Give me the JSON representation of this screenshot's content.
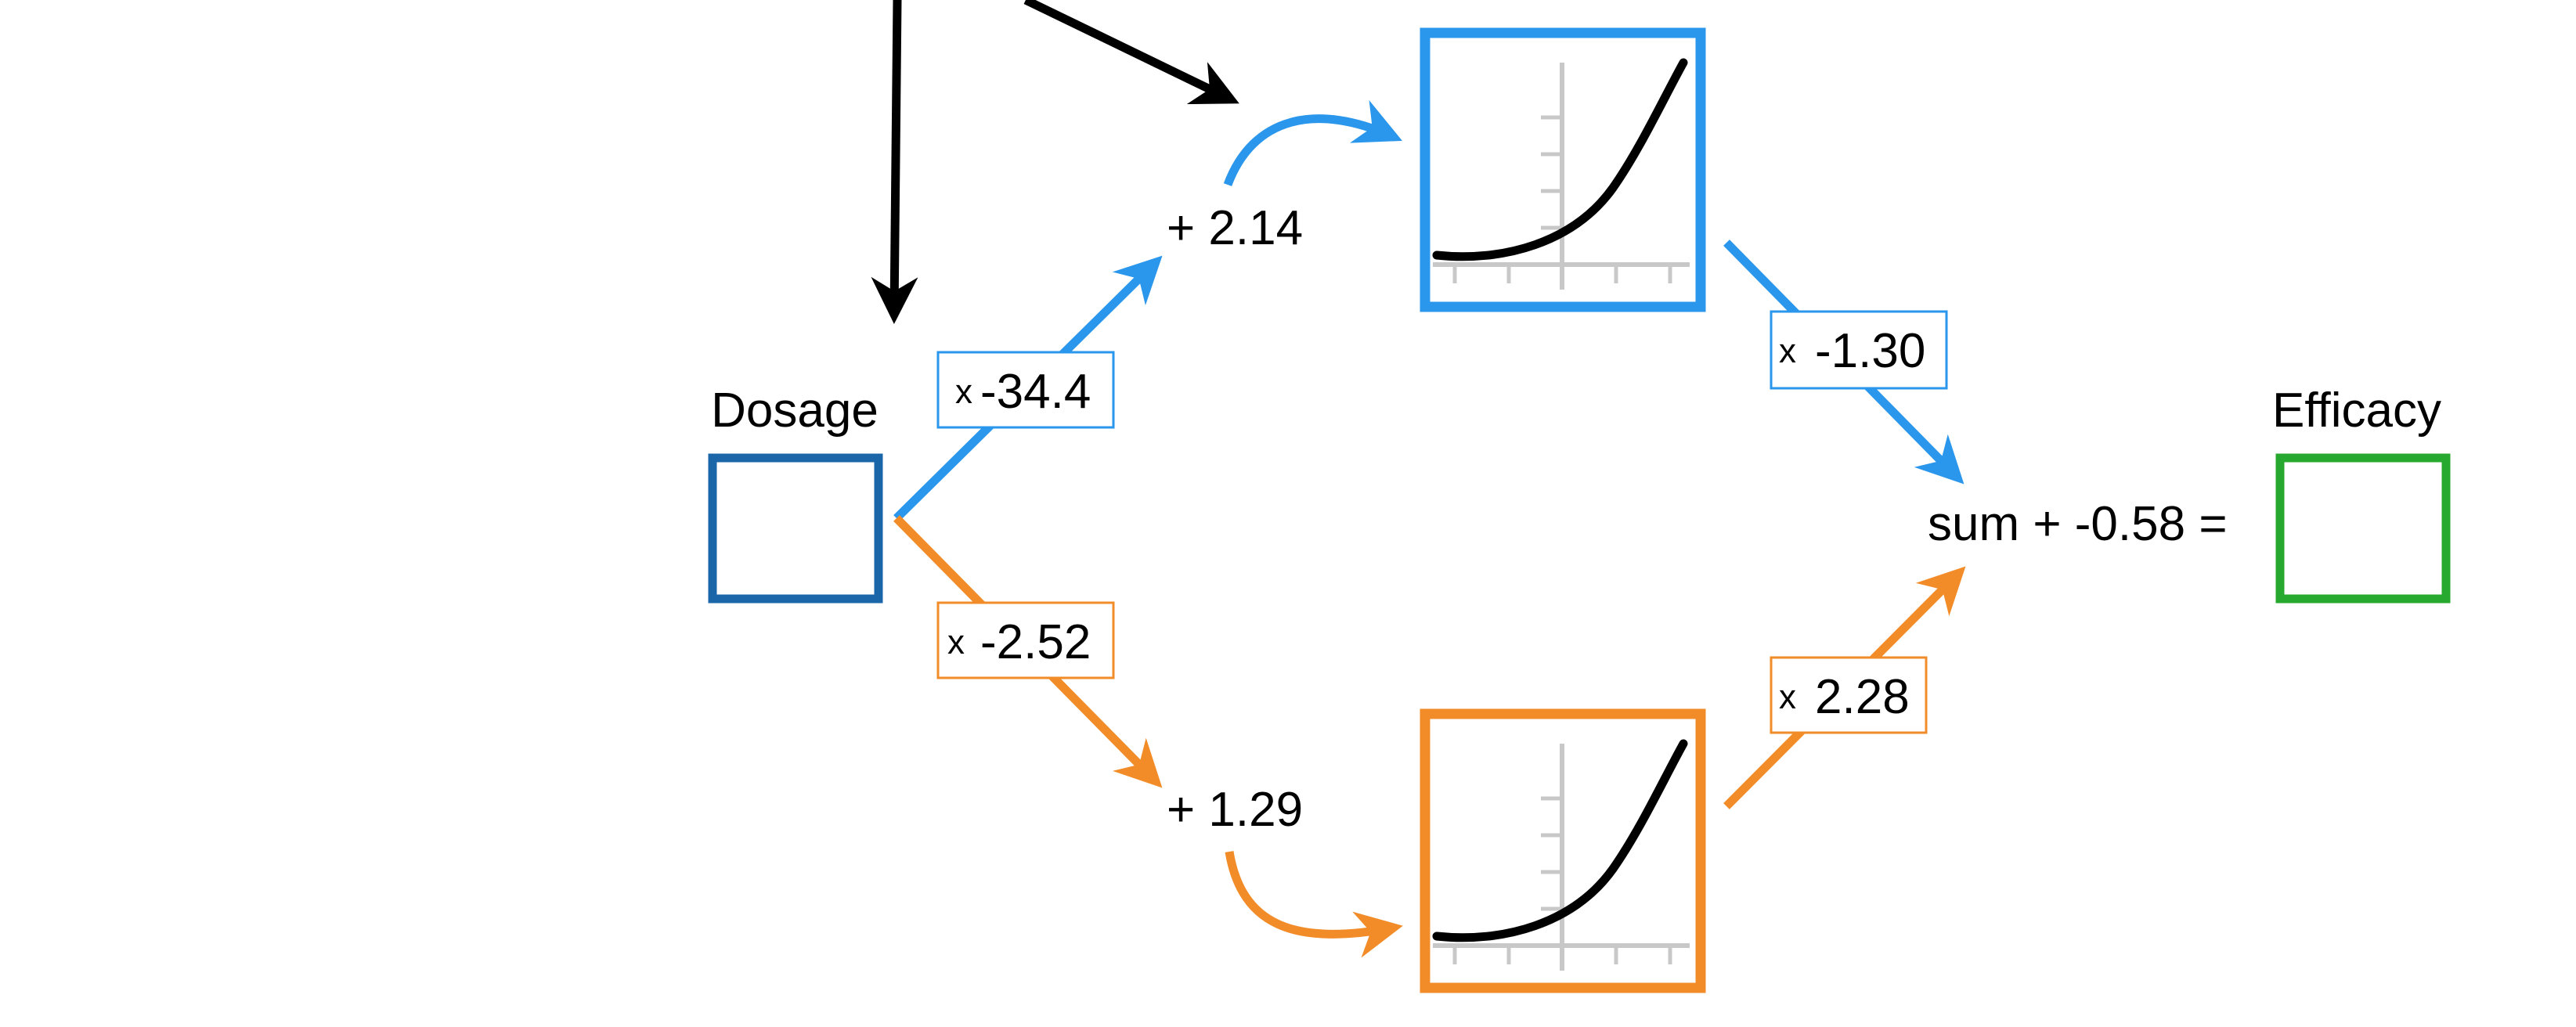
{
  "nodes": {
    "input_label": "Dosage",
    "output_label": "Efficacy"
  },
  "top_path": {
    "weight_prefix": "x",
    "weight_value": "-34.4",
    "bias": "+ 2.14",
    "out_weight_prefix": "x",
    "out_weight_value": "-1.30"
  },
  "bottom_path": {
    "weight_prefix": "x",
    "weight_value": "-2.52",
    "bias": "+ 1.29",
    "out_weight_prefix": "x",
    "out_weight_value": "2.28"
  },
  "output_expression": "sum + -0.58 =",
  "colors": {
    "top": "#2a96ec",
    "bottom": "#f28c28",
    "input_box": "#1a66a8",
    "output_box": "#27a82e",
    "curve": "#000000",
    "axes": "#c8c8c8"
  },
  "icons": {
    "top_activation": "softplus-curve-icon",
    "bottom_activation": "softplus-curve-icon"
  }
}
